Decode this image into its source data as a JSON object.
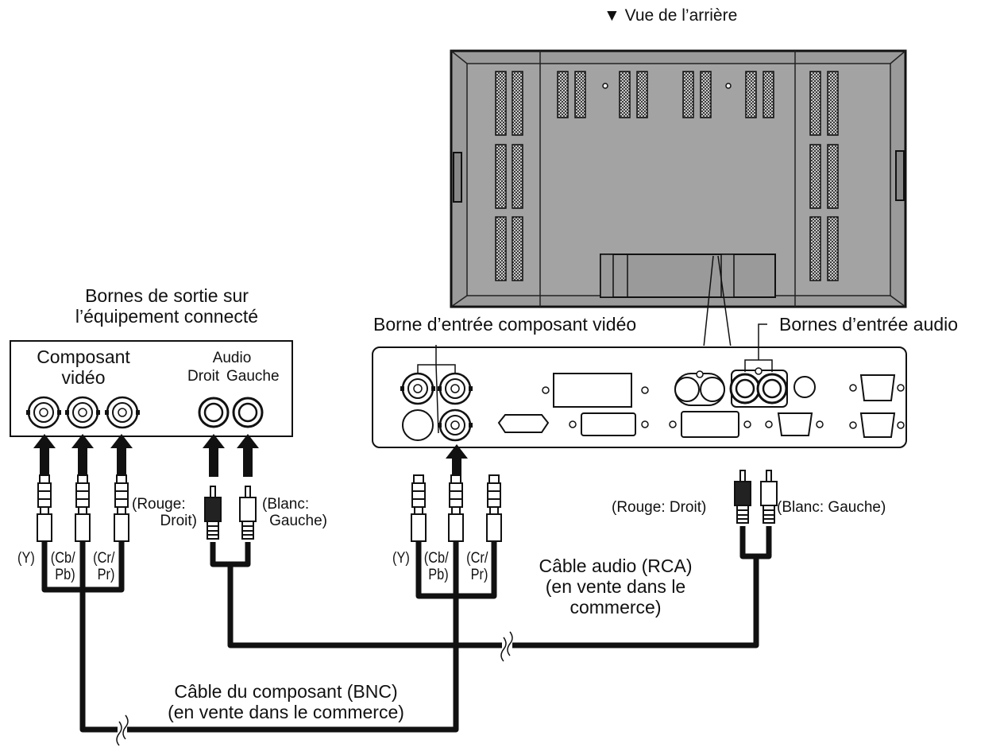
{
  "view_label": "▼ Vue de l’arrière",
  "equipment": {
    "title_line1": "Bornes de sortie sur",
    "title_line2": "l’équipement connecté",
    "component_line1": "Composant",
    "component_line2": "vidéo",
    "audio_title": "Audio",
    "audio_right": "Droit",
    "audio_left": "Gauche"
  },
  "panel": {
    "component_input": "Borne d’entrée composant vidéo",
    "audio_input": "Bornes d’entrée audio"
  },
  "left_cable": {
    "y": "(Y)",
    "cb_line1": "(Cb/",
    "cb_line2": "Pb)",
    "cr_line1": "(Cr/",
    "cr_line2": "Pr)",
    "red_line1": "(Rouge:",
    "red_line2": "Droit)",
    "white_line1": "(Blanc:",
    "white_line2": "Gauche)"
  },
  "right_cable": {
    "y": "(Y)",
    "cb_line1": "(Cb/",
    "cb_line2": "Pb)",
    "cr_line1": "(Cr/",
    "cr_line2": "Pr)",
    "red": "(Rouge: Droit)",
    "white": "(Blanc: Gauche)"
  },
  "audio_cable": {
    "line1": "Câble audio (RCA)",
    "line2": "(en vente dans le",
    "line3": "commerce)"
  },
  "bnc_cable": {
    "line1": "Câble du composant (BNC)",
    "line2": "(en vente dans le commerce)"
  },
  "colors": {
    "ink": "#111111",
    "panel": "#9a9a9a",
    "paper": "#ffffff"
  }
}
